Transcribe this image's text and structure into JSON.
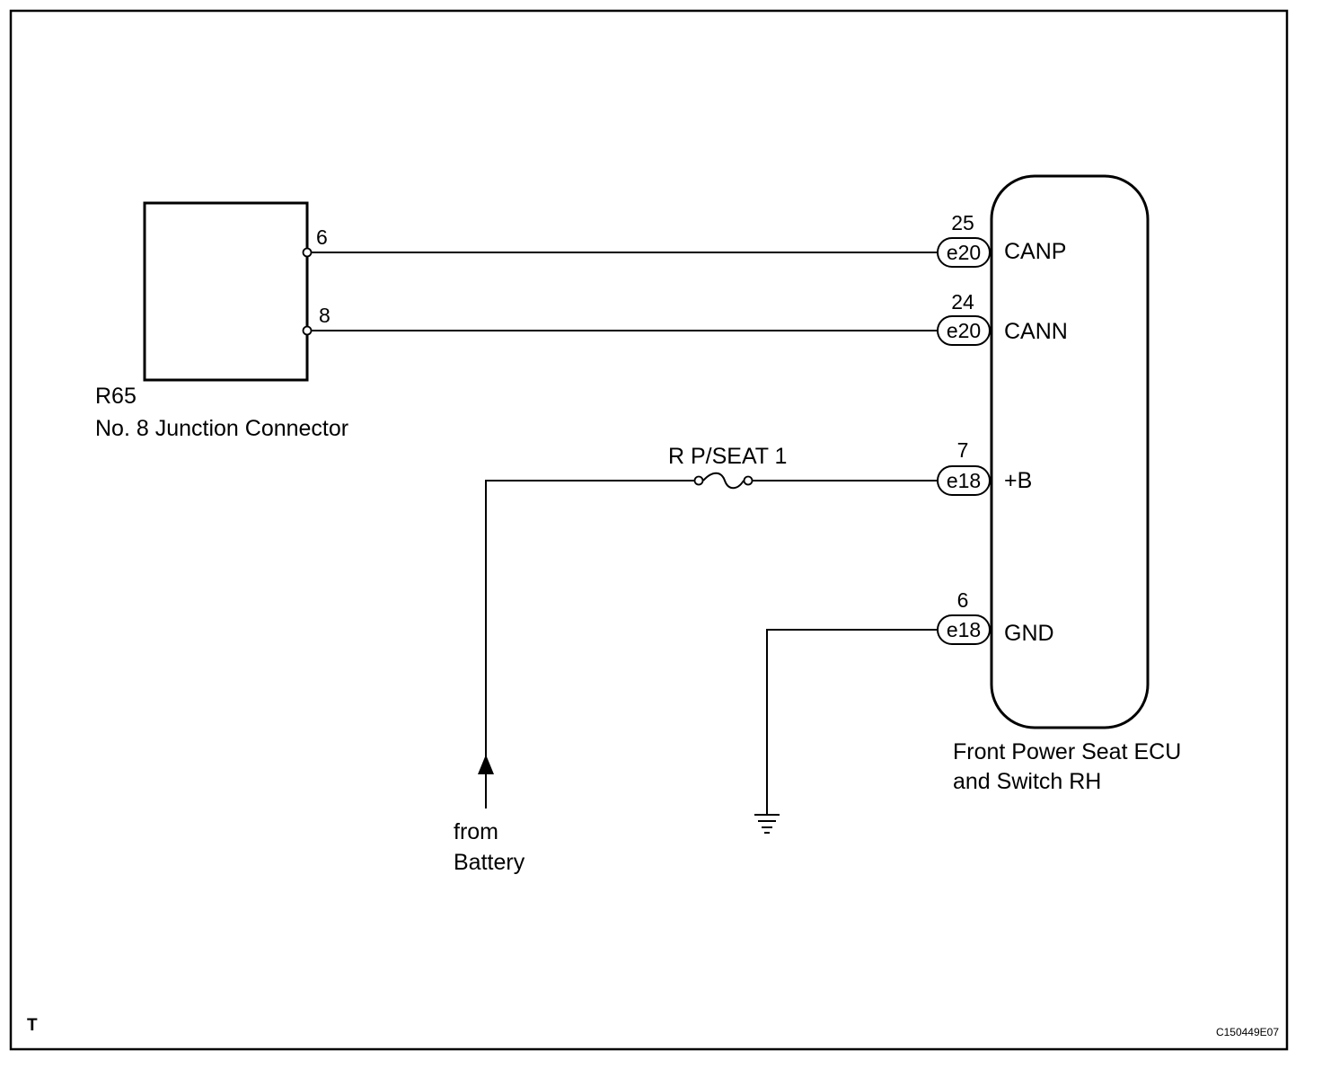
{
  "junction_connector": {
    "code": "R65",
    "name": "No. 8 Junction Connector",
    "pins": [
      "6",
      "8"
    ]
  },
  "ecu": {
    "name_line1": "Front Power Seat ECU",
    "name_line2": "and Switch RH",
    "terminals": [
      {
        "pin": "25",
        "connector": "e20",
        "signal": "CANP"
      },
      {
        "pin": "24",
        "connector": "e20",
        "signal": "CANN"
      },
      {
        "pin": "7",
        "connector": "e18",
        "signal": "+B"
      },
      {
        "pin": "6",
        "connector": "e18",
        "signal": "GND"
      }
    ]
  },
  "fuse": {
    "label": "R P/SEAT 1"
  },
  "battery": {
    "line1": "from",
    "line2": "Battery"
  },
  "footer": {
    "corner_mark": "T",
    "figure_code": "C150449E07"
  }
}
